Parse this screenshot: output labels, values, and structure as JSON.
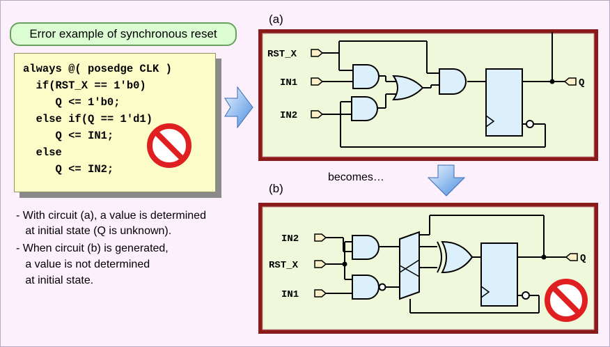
{
  "title": "Error example of synchronous reset",
  "code_lines": [
    "always @( posedge CLK )",
    "  if(RST_X == 1'b0)",
    "     Q <= 1'b0;",
    "  else if(Q == 1'd1)",
    "     Q <= IN1;",
    "  else",
    "     Q <= IN2;"
  ],
  "notes": [
    "- With circuit (a), a value is determined",
    "   at initial state (Q is unknown).",
    "- When circuit (b) is generated,",
    "   a value is not determined",
    "   at initial state."
  ],
  "panel_a_label": "(a)",
  "panel_b_label": "(b)",
  "becomes_label": "becomes…",
  "circuit_a": {
    "in_rst": "RST_X",
    "in_1": "IN1",
    "in_2": "IN2",
    "out_q": "Q"
  },
  "circuit_b": {
    "in_2": "IN2",
    "in_rst": "RST_X",
    "in_1": "IN1",
    "out_q": "Q"
  },
  "colors": {
    "panel_border": "#8b1a1a",
    "panel_fill": "#f0f8dc",
    "gate_fill": "#dcf0fc",
    "arrow_fill": "#6aa8e8",
    "prohibit_red": "#e02020"
  }
}
